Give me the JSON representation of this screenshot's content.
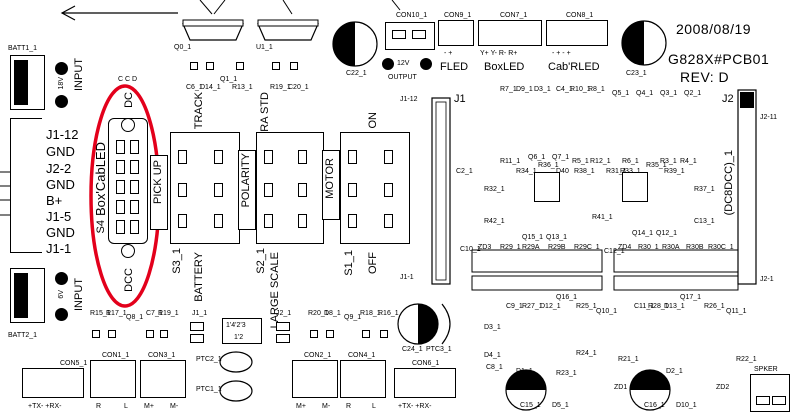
{
  "board": {
    "date": "2008/08/19",
    "pcb_id": "G828X#PCB01",
    "rev": "REV: D"
  },
  "connectors": {
    "batt1": "BATT1_1",
    "batt2": "BATT2_1",
    "input": "INPUT",
    "v18": "18V",
    "v6": "6V",
    "con10": "CON10_1",
    "con9": "CON9_1",
    "con7": "CON7_1",
    "con8": "CON8_1",
    "con5": "CON5_1",
    "con1": "CON1_1",
    "con3": "CON3_1",
    "con2": "CON2_1",
    "con4": "CON4_1",
    "con6": "CON6_1",
    "output": "OUTPUT",
    "v12": "12V",
    "fled": "FLED",
    "boxled": "BoxLED",
    "cabrled": "Cab'RLED",
    "con9_pins": "-  +",
    "con7_pins": "Y+ Y- R- R+",
    "con8_pins": "-  +  -  +",
    "bottom_txrx": "+TX- +RX-",
    "bottom_rl_1": "R",
    "bottom_rl_2": "L",
    "bottom_m_1": "M+",
    "bottom_m_2": "M-",
    "spker": "SPKER"
  },
  "header_labels": {
    "j1_12": "J1-12",
    "gnd1": "GND",
    "j2_2": "J2-2",
    "gnd2": "GND",
    "bplus": "B+",
    "j1_5": "J1-5",
    "gnd3": "GND",
    "j1_1": "J1-1"
  },
  "switches": {
    "s4": "S4",
    "s4_label": "Box'CabLED",
    "s4_dc": "DC",
    "s4_dcc": "DCC",
    "pickup": "PICK UP",
    "track": "TRACK",
    "battery": "BATTERY",
    "s3": "S3_1",
    "polarity": "POLARITY",
    "nmra_std": "NMRA STD",
    "large_scale": "LARGE SCALE",
    "s2": "S2_1",
    "motor": "MOTOR",
    "on": "ON",
    "off": "OFF",
    "s1": "S1_1"
  },
  "right_section": {
    "j1": "J1",
    "j2": "J2",
    "j1_12": "J1-12",
    "j1_1": "J1-1",
    "j2_11": "J2-11",
    "j2_1": "J2-1",
    "dc8dcc": "(DC8DCC)_1"
  },
  "components": {
    "q0": "Q0_1",
    "u1": "U1_1",
    "c6": "C6_1",
    "d14": "D14_1",
    "q1": "Q1_1",
    "r13": "R13_1",
    "c22": "C22_1",
    "c23": "C23_1",
    "r19": "R19_1",
    "c20": "C20_1",
    "ptc2": "PTC2_1",
    "ptc1": "PTC1_1",
    "ptc3": "PTC3_1",
    "c24": "C24_1",
    "c15": "C15_1",
    "c16": "C16_1",
    "d2": "D2_1",
    "zd1": "ZD1",
    "zd2": "ZD2",
    "r22": "R22_1",
    "r21": "R21_1",
    "r15": "R15_1",
    "r17": "R17_1",
    "q8": "Q8_1",
    "c7": "C7_1",
    "r19b": "R19_1",
    "j1s": "J1_1",
    "j2s": "J2_1",
    "r20": "R20_1",
    "d8": "D8_1",
    "q9": "Q9_1",
    "r18": "R18_1",
    "r16": "R16_1",
    "jumper_a": "1'4'2'3",
    "jumper_b": "1'2",
    "r7": "R7_1",
    "d9": "D9_1",
    "d3": "D3_1",
    "c4": "C4_1",
    "r10": "R10_1",
    "r8": "R8_1",
    "q5": "Q5_1",
    "q4": "Q4_1",
    "q3": "Q3_1",
    "q2": "Q2_1",
    "c2": "C2_1",
    "r11": "R11_1",
    "q6": "Q6_1",
    "q7": "Q7_1",
    "r5": "R5_1",
    "r12": "R12_1",
    "r6": "R6_1",
    "r3": "R3_1",
    "r4": "R4_1",
    "r32": "R32_1",
    "r34": "R34_1",
    "r36": "R36_1",
    "d40": "D40",
    "r38": "R38_1",
    "r31": "R31_1",
    "r33": "R33_1",
    "r35": "R35_1",
    "r39": "R39_1",
    "r37": "R37_1",
    "r42": "R42_1",
    "r41": "R41_1",
    "c13": "C13_1",
    "q15": "Q15_1",
    "q13": "Q13_1",
    "q14": "Q14_1",
    "q12": "Q12_1",
    "c10": "C10_1",
    "zd3": "ZD3",
    "r29": "R29_1",
    "r29a": "R29A",
    "r29b": "R29B",
    "r29c": "R29C_1",
    "c12": "C12_1",
    "zd4": "ZD4",
    "r30": "R30_1",
    "r30a": "R30A",
    "r30b": "R30B",
    "r30c": "R30C_1",
    "q16": "Q16_1",
    "q17": "Q17_1",
    "c9": "C9_1",
    "r27": "R27_1",
    "d12": "D12_1",
    "r25": "R25_1",
    "q10": "Q10_1",
    "c11": "C11_1",
    "r28": "R28_1",
    "d13": "D13_1",
    "r26": "R26_1",
    "q11": "Q11_1",
    "d3b": "D3_1",
    "c8": "C8_1",
    "d4": "D4_1",
    "d1": "D1_1",
    "r23": "R23_1",
    "r24": "R24_1",
    "d5": "D5_1",
    "d10": "D10_1"
  },
  "colors": {
    "highlight": "#e3001b",
    "ink": "#000000",
    "board": "#ffffff"
  }
}
